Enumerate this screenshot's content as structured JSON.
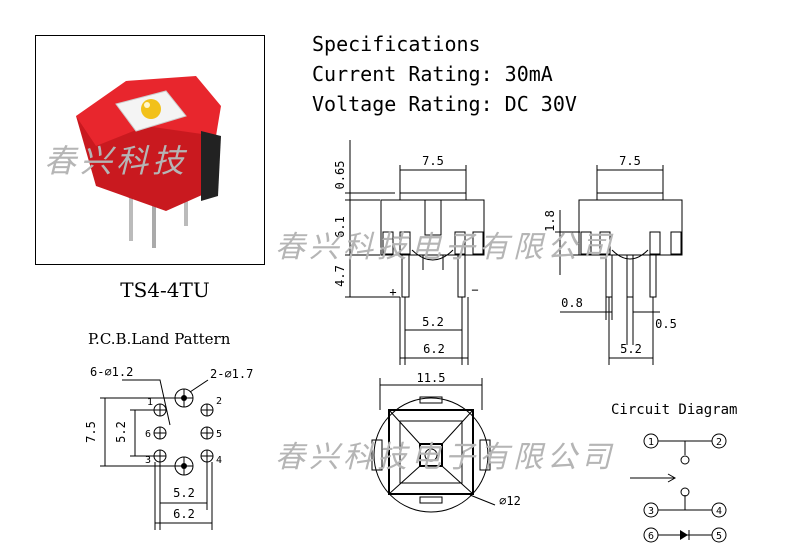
{
  "specs": {
    "title": "Specifications",
    "current": "Current Rating: 30mA",
    "voltage": "Voltage Rating: DC 30V"
  },
  "product": {
    "model": "TS4-4TU",
    "colors": {
      "body": "#e2222a",
      "body_shadow": "#a8151b",
      "led": "#f2c11a"
    }
  },
  "watermark": {
    "photo": "春兴科技",
    "row1": "春兴科技电子有限公司",
    "row2": "春兴科技电子有限公司"
  },
  "front_view": {
    "dim_top": "0.65",
    "dim_height": "6.1",
    "dim_pin": "4.7",
    "dim_width": "7.5",
    "dim_pin_pitch": "5.2",
    "dim_pin_outer": "6.2",
    "plus": "+",
    "minus": "−"
  },
  "side_view": {
    "dim_width": "7.5",
    "dim_height": "1.8",
    "dim_pin_width": "0.8",
    "dim_pin_gap": "0.5",
    "dim_pitch": "5.2"
  },
  "top_view": {
    "dim_width": "11.5",
    "dim_diameter": "⌀12"
  },
  "pcb": {
    "title": "P.C.B.Land Pattern",
    "hole_small": "6-⌀1.2",
    "hole_large": "2-⌀1.7",
    "dim_v_outer": "7.5",
    "dim_v_inner": "5.2",
    "dim_h_inner": "5.2",
    "dim_h_outer": "6.2",
    "pins": [
      "1",
      "2",
      "3",
      "4",
      "5",
      "6"
    ]
  },
  "circuit": {
    "title": "Circuit Diagram",
    "pins": [
      "1",
      "2",
      "3",
      "4",
      "5",
      "6"
    ]
  }
}
